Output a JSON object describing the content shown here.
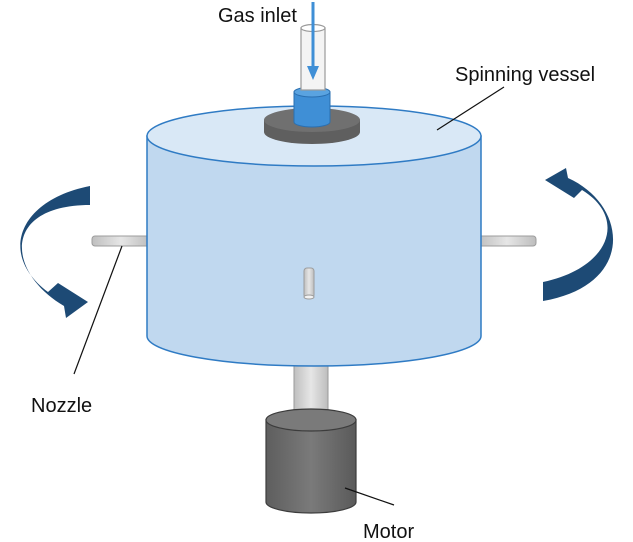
{
  "labels": {
    "gas_inlet": "Gas inlet",
    "spinning_vessel": "Spinning vessel",
    "nozzle": "Nozzle",
    "motor": "Motor"
  },
  "colors": {
    "vessel_body": "#c0d8ef",
    "vessel_top": "#d9e8f6",
    "vessel_outline": "#2f7bc4",
    "arrow": "#1d4a75",
    "motor": "#6b6b6b",
    "shaft": "#d4d4d4",
    "gas_stream": "#3f8fd6"
  },
  "icons": {
    "rotation_left": "curved-rotation-arrow-icon",
    "rotation_right": "curved-rotation-arrow-icon"
  }
}
